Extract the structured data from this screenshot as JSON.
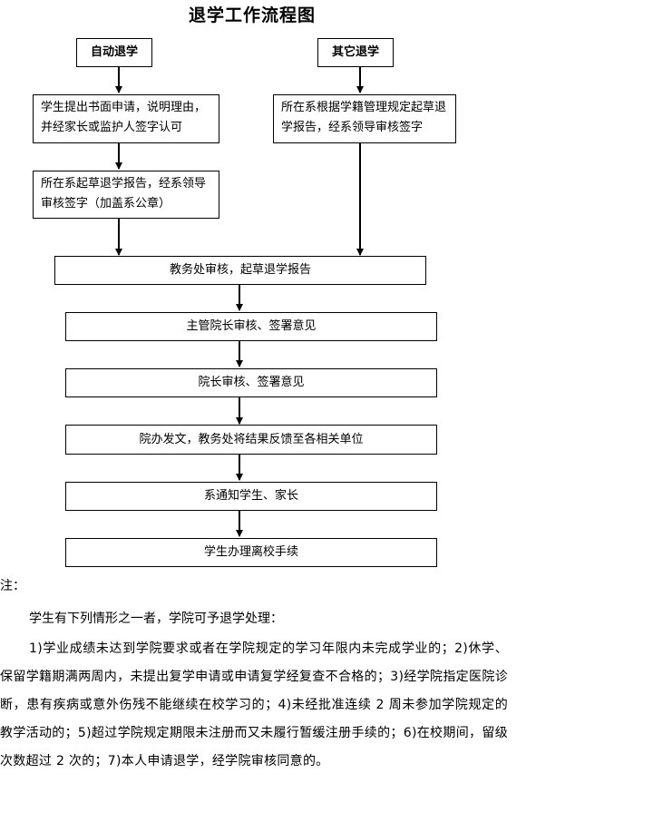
{
  "title": "退学工作流程图",
  "branches": {
    "auto": {
      "label": "自动退学",
      "steps": [
        "学生提出书面申请，说明理由，并经家长或监护人签字认可",
        "所在系起草退学报告，经系领导审核签字（加盖系公章）"
      ]
    },
    "other": {
      "label": "其它退学",
      "steps": [
        "所在系根据学籍管理规定起草退学报告，经系领导审核签字"
      ]
    }
  },
  "flow": [
    "教务处审核，起草退学报告",
    "主管院长审核、签署意见",
    "院长审核、签署意见",
    "院办发文，教务处将结果反馈至各相关单位",
    "系通知学生、家长",
    "学生办理离校手续"
  ],
  "notes": {
    "label": "注：",
    "intro": "学生有下列情形之一者，学院可予退学处理：",
    "body": "1)学业成绩未达到学院要求或者在学院规定的学习年限内未完成学业的；2)休学、保留学籍期满两周内，未提出复学申请或申请复学经复查不合格的；3)经学院指定医院诊断，患有疾病或意外伤残不能继续在校学习的；4)未经批准连续 2 周未参加学院规定的教学活动的；5)超过学院规定期限未注册而又未履行暂缓注册手续的；6)在校期间，留级次数超过 2 次的；7)本人申请退学，经学院审核同意的。"
  }
}
